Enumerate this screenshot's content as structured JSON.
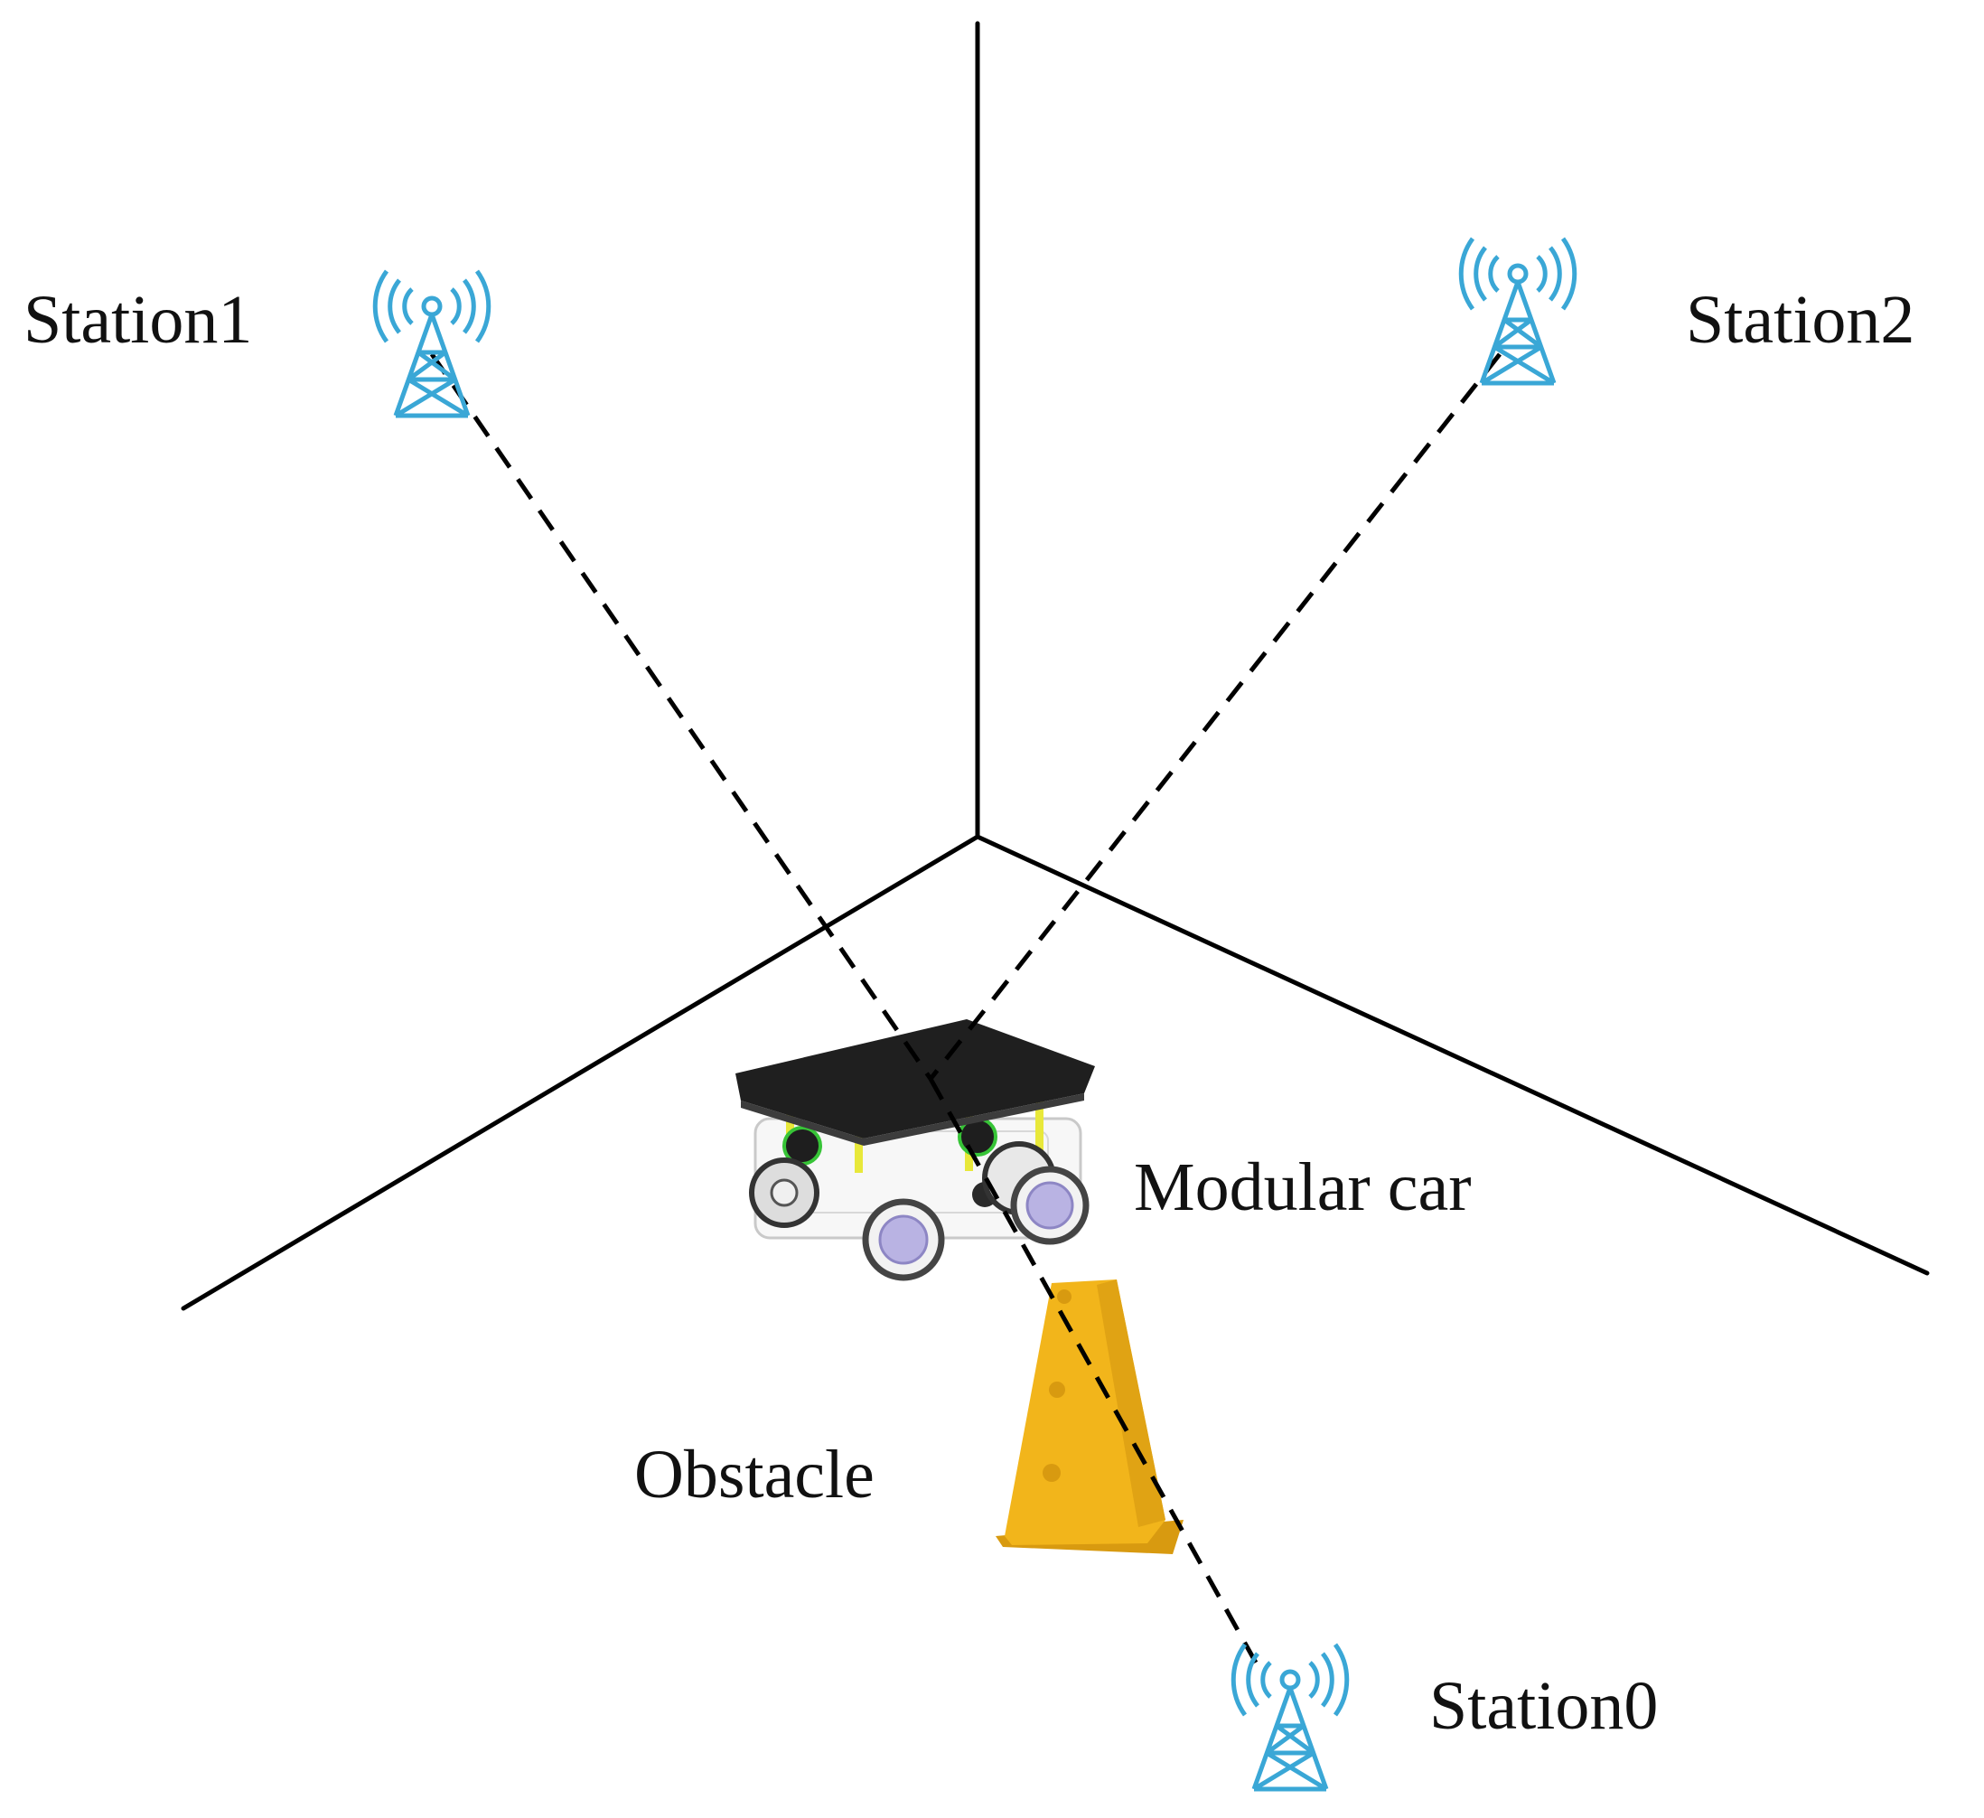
{
  "labels": {
    "station1": "Station1",
    "station2": "Station2",
    "station0": "Station0",
    "car": "Modular car",
    "obstacle": "Obstacle"
  },
  "colors": {
    "tower": "#3aa7d6",
    "cone": "#f2b51b",
    "cone_shade": "#d89a10",
    "car_deck": "#1f1f1f",
    "wheel": "#b9b3e3",
    "lines": "#000000"
  },
  "icons": {
    "station": "radio-tower-icon",
    "car": "robot-car",
    "obstacle": "traffic-cone"
  }
}
